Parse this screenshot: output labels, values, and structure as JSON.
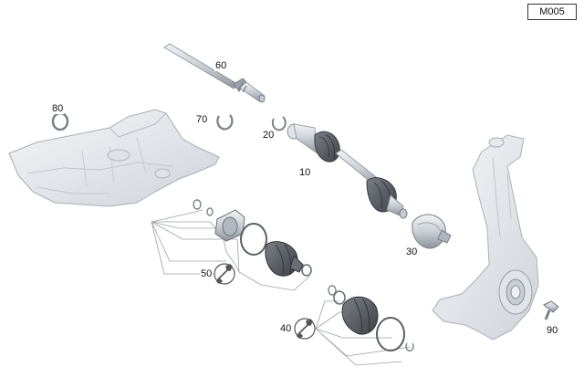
{
  "diagram_id": "M005",
  "callouts": {
    "c10": "10",
    "c20": "20",
    "c30": "30",
    "c40": "40",
    "c50": "50",
    "c60": "60",
    "c70": "70",
    "c80": "80",
    "c90": "90"
  },
  "icons": {
    "tool_50": "wrench-icon",
    "tool_40": "wrench-icon"
  },
  "colors": {
    "part_light": "#e6ebf0",
    "part_mid": "#b7bec6",
    "part_dark": "#5c6168",
    "boot": "#54585e",
    "line": "#9aa0a6"
  }
}
